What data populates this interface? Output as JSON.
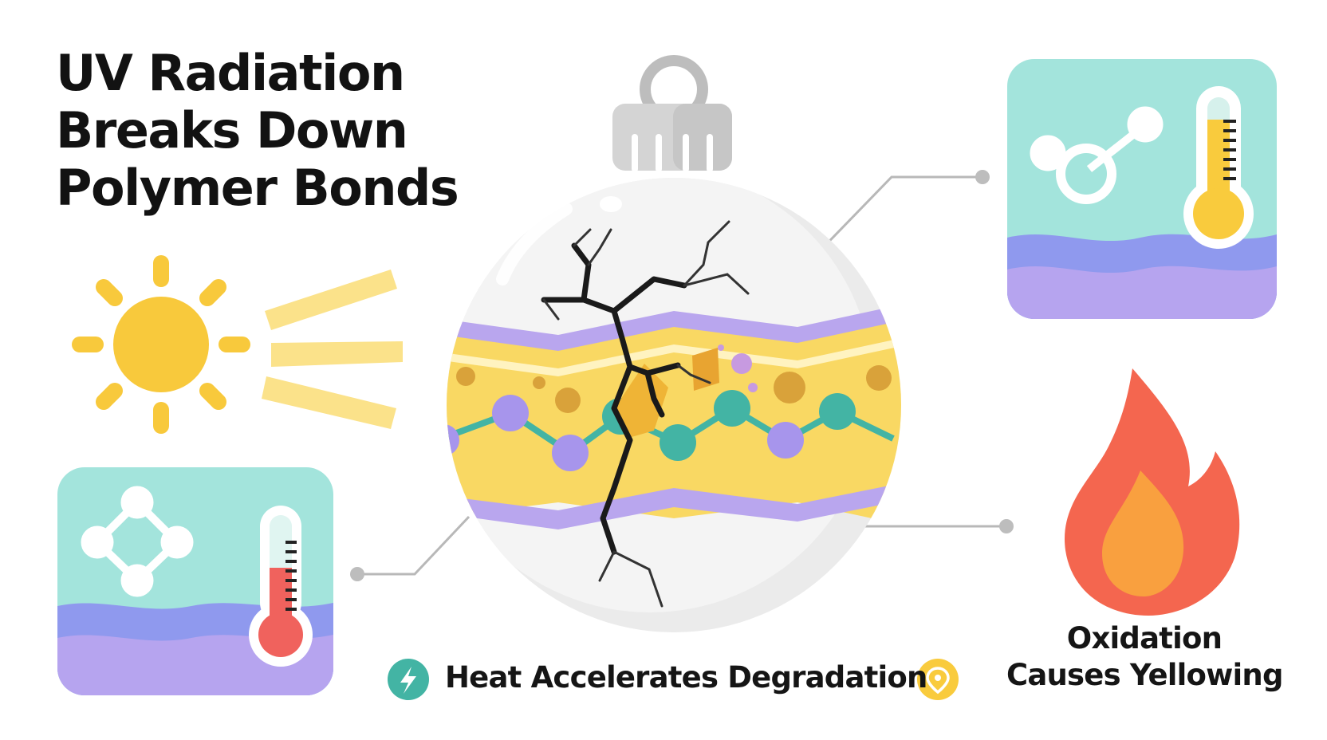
{
  "title": {
    "line1": "UV Radiation",
    "line2": "Breaks Down",
    "line3": "Polymer Bonds"
  },
  "captions": {
    "heat": "Heat Accelerates Degradation",
    "oxidation_line1": "Oxidation",
    "oxidation_line2": "Causes Yellowing"
  },
  "colors": {
    "sun": "#f8c93c",
    "ray": "#fbe28a",
    "teal": "#a3e4dc",
    "wave_blue": "#8f99ee",
    "wave_purple": "#b6a4ef",
    "thermo_yellow": "#f9cb3d",
    "thermo_red": "#f0625d",
    "flame_outer": "#f4664f",
    "flame_inner": "#f9a03f",
    "band_yellow": "#f9d863",
    "band_purple": "#b9a6ee",
    "bead_purple": "#a795ec",
    "bead_teal": "#43b4a4",
    "leader": "#b8b8b8"
  },
  "icons": {
    "sun": "sun-icon",
    "uv_rays": "uv-rays-icon",
    "ornament": "cracked-ornament-icon",
    "thermometer_high": "thermometer-high-icon",
    "thermometer_warm": "thermometer-warm-icon",
    "molecule_ring": "molecule-ring-icon",
    "molecule_chain": "molecule-chain-icon",
    "flame": "flame-icon",
    "bolt_badge": "bolt-badge-icon",
    "location_badge": "location-badge-icon"
  }
}
